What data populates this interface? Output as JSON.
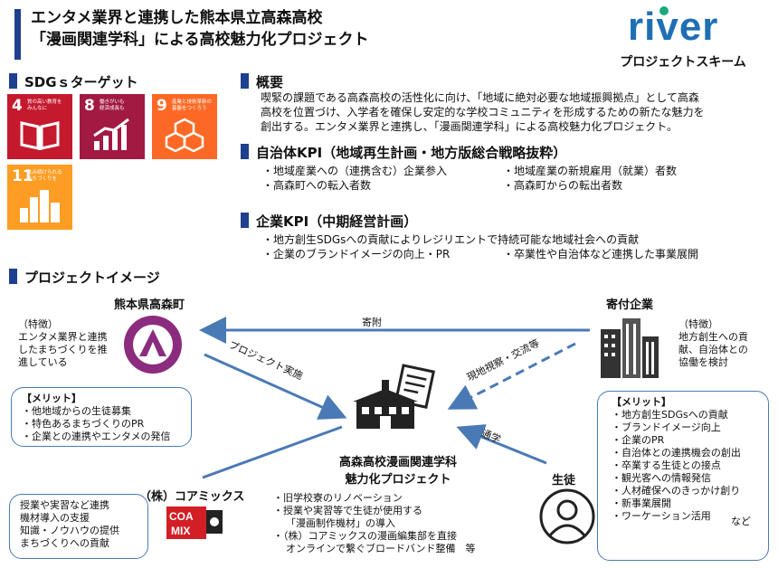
{
  "title": {
    "line1": "エンタメ業界と連携した熊本県立高森高校",
    "line2": "「漫画関連学科」による高校魅力化プロジェクト"
  },
  "logo": {
    "text": "river"
  },
  "scheme_label": "プロジェクトスキーム",
  "sdgs": {
    "heading": "SDGｓターゲット",
    "goals": [
      {
        "num": "4",
        "label": "質の高い教育を\nみんなに",
        "color": "#c5192d",
        "icon": "book-icon"
      },
      {
        "num": "8",
        "label": "働きがいも\n経済成長も",
        "color": "#a21942",
        "icon": "growth-chart-icon"
      },
      {
        "num": "9",
        "label": "産業と技術革新の\n基盤をつくろう",
        "color": "#fd6925",
        "icon": "cubes-icon"
      },
      {
        "num": "11",
        "label": "住み続けられる\nまちづくりを",
        "color": "#fd9d24",
        "icon": "city-icon"
      }
    ]
  },
  "overview": {
    "heading": "概要",
    "lines": [
      "喫緊の課題である高森高校の活性化に向け、「地域に絶対必要な地域振興拠点」として高森",
      "高校を位置づけ、入学者を確保し安定的な学校コミュニティを形成するための新たな魅力を",
      "創出する。エンタメ業界と連携し、「漫画関連学科」による高校魅力化プロジェクト。"
    ]
  },
  "gov_kpi": {
    "heading": "自治体KPI（地域再生計画・地方版総合戦略抜粋）",
    "items": [
      "・地域産業への（連携含む）企業参入",
      "・地域産業の新規雇用（就業）者数",
      "・高森町への転入者数",
      "・高森町からの転出者数"
    ]
  },
  "corp_kpi": {
    "heading": "企業KPI（中期経営計画）",
    "items": [
      "・地方創生SDGsへの貢献によりレジリエントで持続可能な地域社会への貢献",
      "・企業のブランドイメージの向上・PR",
      "・卒業性や自治体など連携した事業展開"
    ]
  },
  "image_section": {
    "heading": "プロジェクトイメージ"
  },
  "takamori": {
    "name": "熊本県高森町",
    "feature_lines": [
      "（特徴）",
      "エンタメ業界と連携",
      "したまちづくりを推",
      "進している"
    ],
    "merit_title": "【メリット】",
    "merits": [
      "・他地域からの生徒募集",
      "・特色あるまちづくりのPR",
      "・企業との連携やエンタメの発信"
    ]
  },
  "donor": {
    "name": "寄付企業",
    "feature_lines": [
      "（特徴）",
      "地方創生への貢",
      "献、自治体との",
      "協働を検討"
    ],
    "merit_title": "【メリット】",
    "merits": [
      "・地方創生SDGsへの貢献",
      "・ブランドイメージ向上",
      "・企業のPR",
      "・自治体との連携機会の創出",
      "・卒業する生徒との接点",
      "・観光客への情報発信",
      "・人材確保へのきっかけ創り",
      "・新事業展開",
      "・ワーケーション活用"
    ],
    "merits_suffix": "など"
  },
  "coamix": {
    "name": "（株）コアミックス",
    "logo_text": [
      "COA",
      "MIX"
    ],
    "contrib_lines": [
      "授業や実習など連携",
      "機材導入の支援",
      "知識・ノウハウの提供",
      "まちづくりへの貢献"
    ]
  },
  "student": {
    "name": "生徒"
  },
  "project": {
    "name_line1": "高森高校漫画関連学科",
    "name_line2": "魅力化プロジェクト",
    "items": [
      "・旧学校寮のリノベーション",
      "・授業や実習等で生徒が使用する",
      "「漫画制作機材」の導入",
      "・（株）コアミックスの漫画編集部を直接",
      "オンラインで繋ぐブロードバンド整備　等"
    ]
  },
  "arrows": {
    "donation": "寄附",
    "implementation": "プロジェクト実施",
    "inspection": "現地視察・交流等",
    "attendance": "通学"
  },
  "colors": {
    "accent": "#1f3f8f",
    "arrow": "#4a7ab5",
    "logo_green": "#1aa97a",
    "logo_blue": "#1f6fb5",
    "town_purple": "#8b2c7e"
  }
}
